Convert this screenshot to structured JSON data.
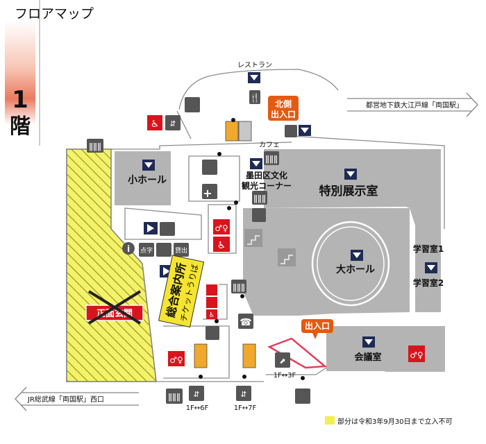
{
  "title": {
    "text": "フロアマップ",
    "number": "1",
    "suffix": "階"
  },
  "areas": {
    "restaurant": "レストラン",
    "north_exit": [
      "北側",
      "出入口"
    ],
    "cafe": "カフェ",
    "small_hall": "小ホール",
    "sumida_corner": [
      "墨田区文化",
      "観光コーナー"
    ],
    "special_exhibit": "特別展示室",
    "info_center": [
      "総合案内所",
      "チケットうりば"
    ],
    "main_entrance": "正面玄関",
    "great_hall": "大ホール",
    "study_room_1": "学習室1",
    "study_room_2": "学習室2",
    "conference_room": "会議室",
    "east_exit": "出入口"
  },
  "transit": {
    "oedo": "都営地下鉄大江戸線「両国駅」",
    "jr": "JR総武線「両国駅」西口"
  },
  "elevators": {
    "e1": "1F↔6F",
    "e2": "1F↔7F",
    "escalator": "1F↔3F"
  },
  "icon_labels": {
    "braille": "点字",
    "rental": "貸出"
  },
  "legend": {
    "text": "部分は令和3年9月30日まで立入不可",
    "color": "#f2ee54"
  },
  "colors": {
    "gray": "#b4b4b4",
    "navy": "#1f2b55",
    "orange": "#e35a12",
    "red": "#d8141d",
    "yellow": "#f5e532"
  }
}
